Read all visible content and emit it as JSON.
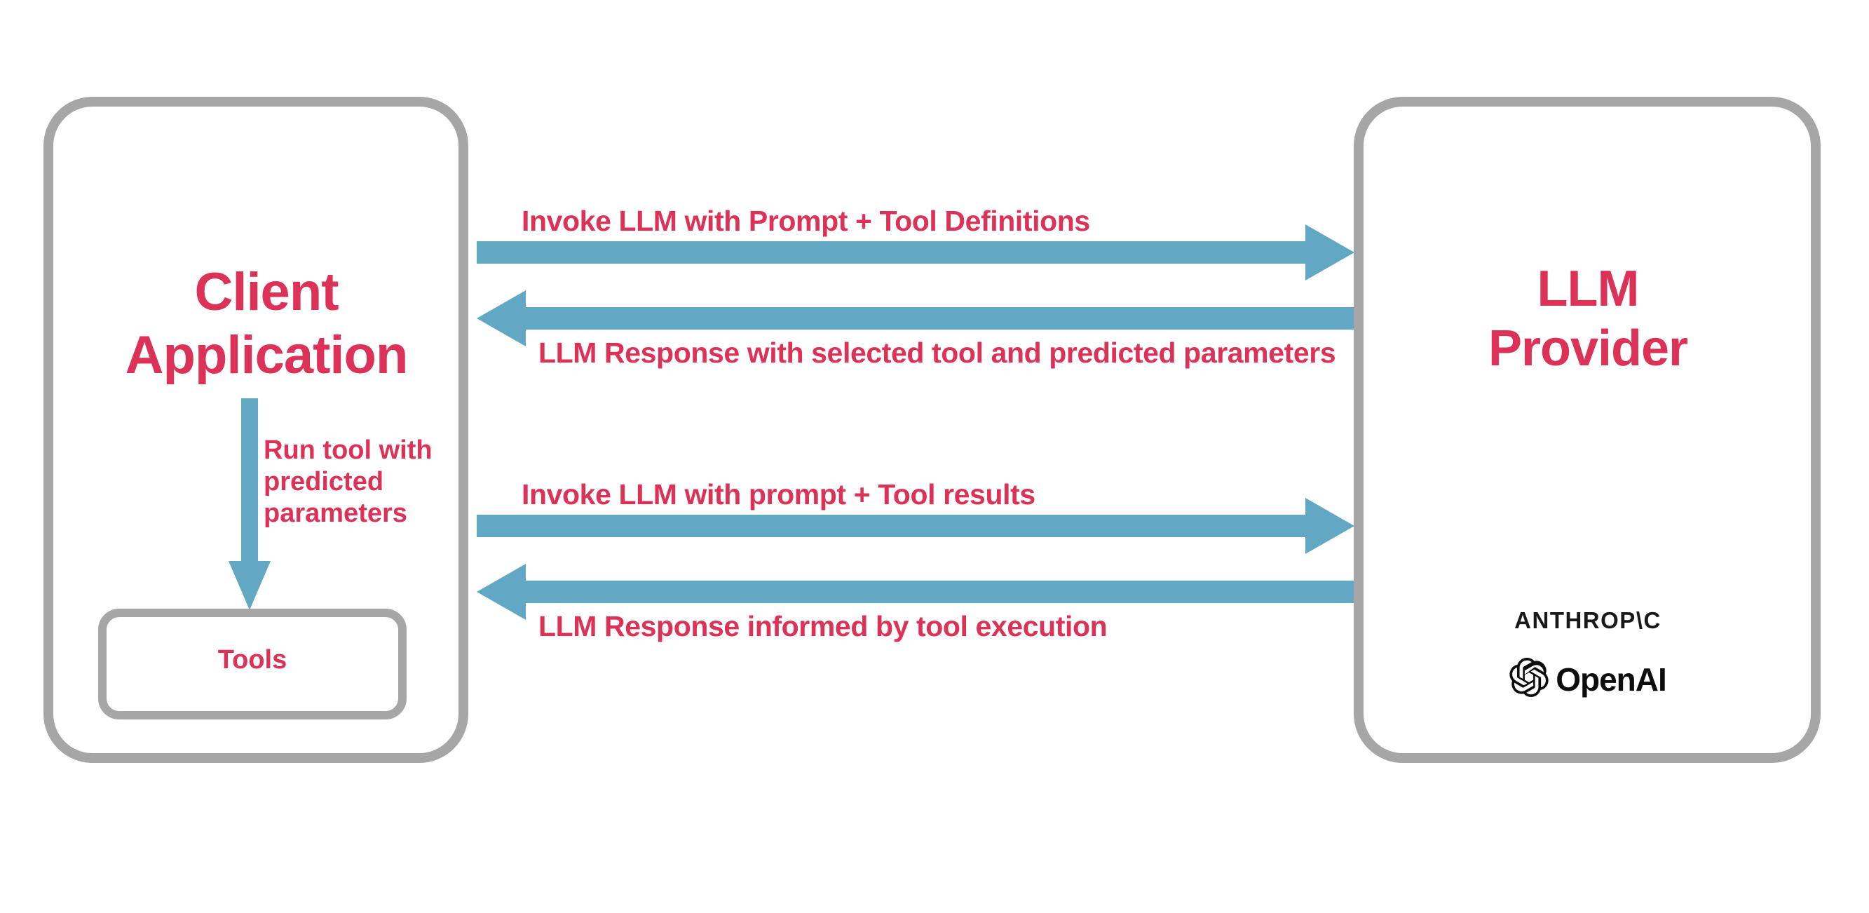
{
  "diagram": {
    "title": "LLM tool-calling interaction flow",
    "colors": {
      "accent_text": "#dc3257",
      "box_border": "#a6a6a6",
      "arrow": "#62a8c4",
      "logo_text": "#191919",
      "background": "#ffffff"
    },
    "nodes": {
      "client": {
        "title": "Client\nApplication",
        "tools": {
          "label": "Tools"
        }
      },
      "provider": {
        "title": "LLM\nProvider",
        "brands": [
          {
            "name": "anthropic",
            "label": "ANTHROP\\C"
          },
          {
            "name": "openai",
            "label": "OpenAI"
          }
        ]
      }
    },
    "edges": [
      {
        "id": "invoke-1",
        "label": "Invoke LLM with Prompt + Tool Definitions",
        "direction": "right"
      },
      {
        "id": "response-1",
        "label": "LLM Response with selected tool and predicted parameters",
        "direction": "left"
      },
      {
        "id": "invoke-2",
        "label": "Invoke LLM with prompt + Tool results",
        "direction": "right"
      },
      {
        "id": "response-2",
        "label": "LLM Response informed by tool execution",
        "direction": "left"
      },
      {
        "id": "run-tool",
        "label": "Run tool with\npredicted\nparameters",
        "direction": "down"
      }
    ]
  }
}
